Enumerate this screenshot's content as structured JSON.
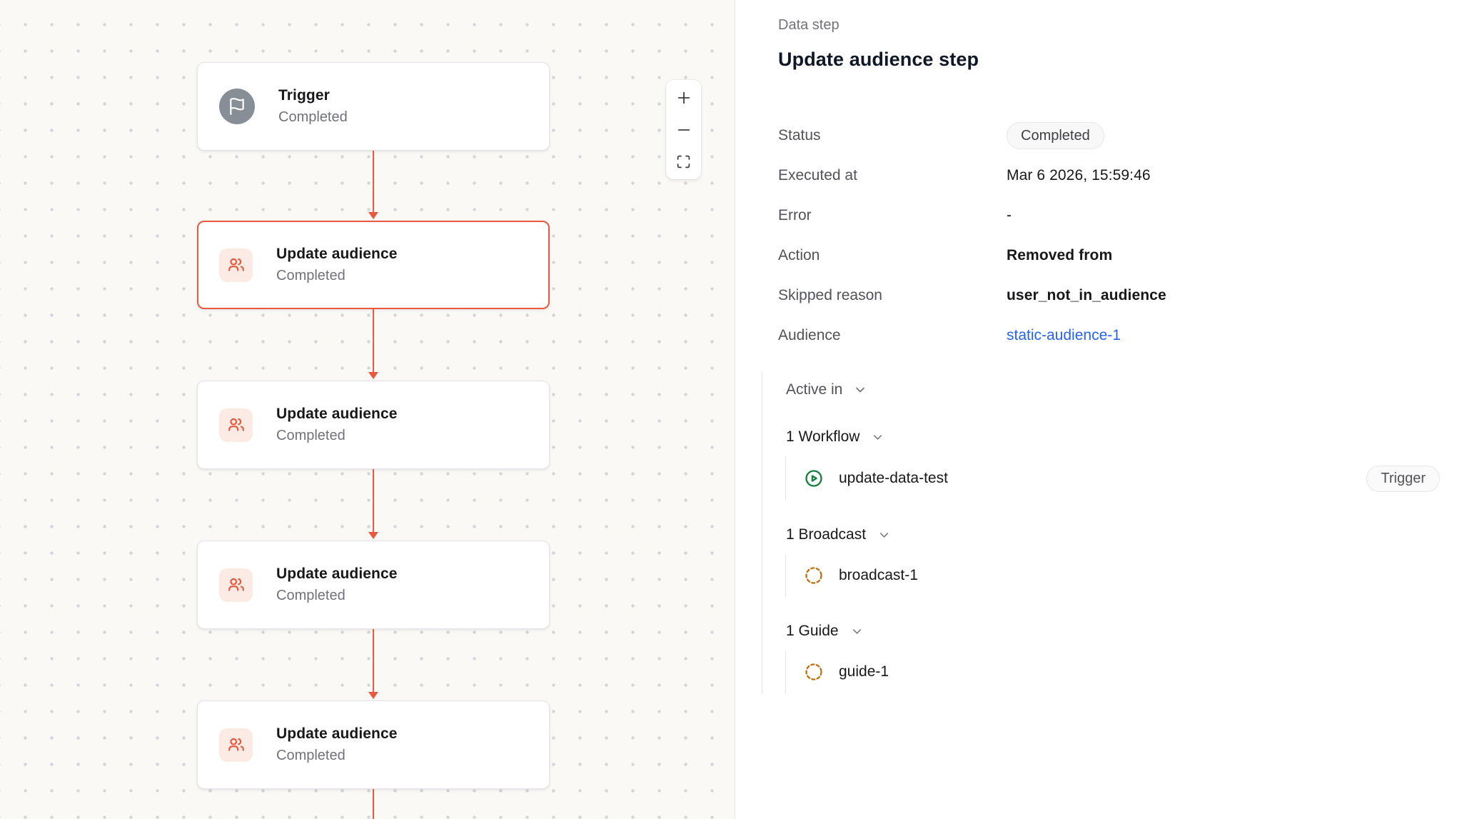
{
  "colors": {
    "accent_orange": "#e8593f",
    "node_icon_bg": "#fcebe4",
    "trigger_circle": "#878e96",
    "link_blue": "#2563eb",
    "green_play": "#15803d",
    "amber_dashed": "#c2700d",
    "canvas_bg": "#faf9f6"
  },
  "canvas": {
    "nodes": [
      {
        "title": "Trigger",
        "status": "Completed",
        "icon": "flag-icon",
        "selected": false
      },
      {
        "title": "Update audience",
        "status": "Completed",
        "icon": "users-icon",
        "selected": true
      },
      {
        "title": "Update audience",
        "status": "Completed",
        "icon": "users-icon",
        "selected": false
      },
      {
        "title": "Update audience",
        "status": "Completed",
        "icon": "users-icon",
        "selected": false
      },
      {
        "title": "Update audience",
        "status": "Completed",
        "icon": "users-icon",
        "selected": false
      }
    ],
    "zoom_controls": [
      "zoom-in",
      "zoom-out",
      "fit-view"
    ]
  },
  "panel": {
    "eyebrow": "Data step",
    "title": "Update audience step",
    "fields": [
      {
        "label": "Status",
        "value": "Completed"
      },
      {
        "label": "Executed at",
        "value": "Mar 6 2026, 15:59:46"
      },
      {
        "label": "Error",
        "value": "-"
      },
      {
        "label": "Action",
        "value": "Removed from"
      },
      {
        "label": "Skipped reason",
        "value": "user_not_in_audience"
      },
      {
        "label": "Audience",
        "value": "static-audience-1"
      }
    ],
    "active_in": {
      "label": "Active in",
      "groups": [
        {
          "label": "1 Workflow",
          "items": [
            {
              "name": "update-data-test",
              "icon": "play-circle-icon",
              "badge": "Trigger"
            }
          ]
        },
        {
          "label": "1 Broadcast",
          "items": [
            {
              "name": "broadcast-1",
              "icon": "dashed-circle-icon"
            }
          ]
        },
        {
          "label": "1 Guide",
          "items": [
            {
              "name": "guide-1",
              "icon": "dashed-circle-icon"
            }
          ]
        }
      ]
    }
  }
}
